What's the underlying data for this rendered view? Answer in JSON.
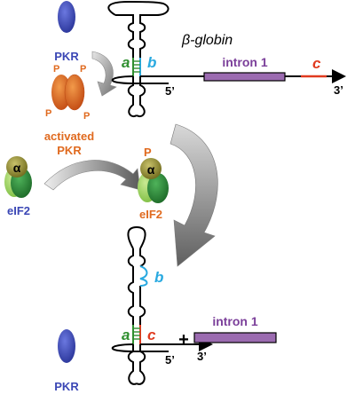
{
  "colors": {
    "pkr_blue": "#3b47b5",
    "activated_orange": "#e06a1f",
    "activated_dark": "#c0501a",
    "eif2_olive": "#8f8a2a",
    "eif2_light": "#a9d36b",
    "eif2_dark": "#2e8b3a",
    "intron_purple": "#9b6bb0",
    "stem_a_green": "#2f8f2f",
    "stem_b_cyan": "#29a9e0",
    "stem_c_red": "#e03a1f",
    "arrow_gray": "#8c8c8c"
  },
  "labels": {
    "gene": "β-globin",
    "intron_top": "intron 1",
    "intron_bottom": "intron 1",
    "end5_top": "5’",
    "end3_top": "3’",
    "end5_bottom": "5’",
    "end3_bottom": "3’",
    "seg_a_top": "a",
    "seg_b_top": "b",
    "seg_c_top": "c",
    "seg_a_bottom": "a",
    "seg_b_bottom": "b",
    "seg_c_bottom": "c",
    "pkr_top": "PKR",
    "pkr_bottom": "PKR",
    "activated_line1": "activated",
    "activated_line2": "PKR",
    "p_mark": "P",
    "alpha": "α",
    "eif2_left": "eIF2",
    "eif2_right": "eIF2",
    "plus": "+"
  },
  "icons": [
    "curved-arrow-icon",
    "curved-arrow-icon",
    "curved-arrow-icon"
  ]
}
